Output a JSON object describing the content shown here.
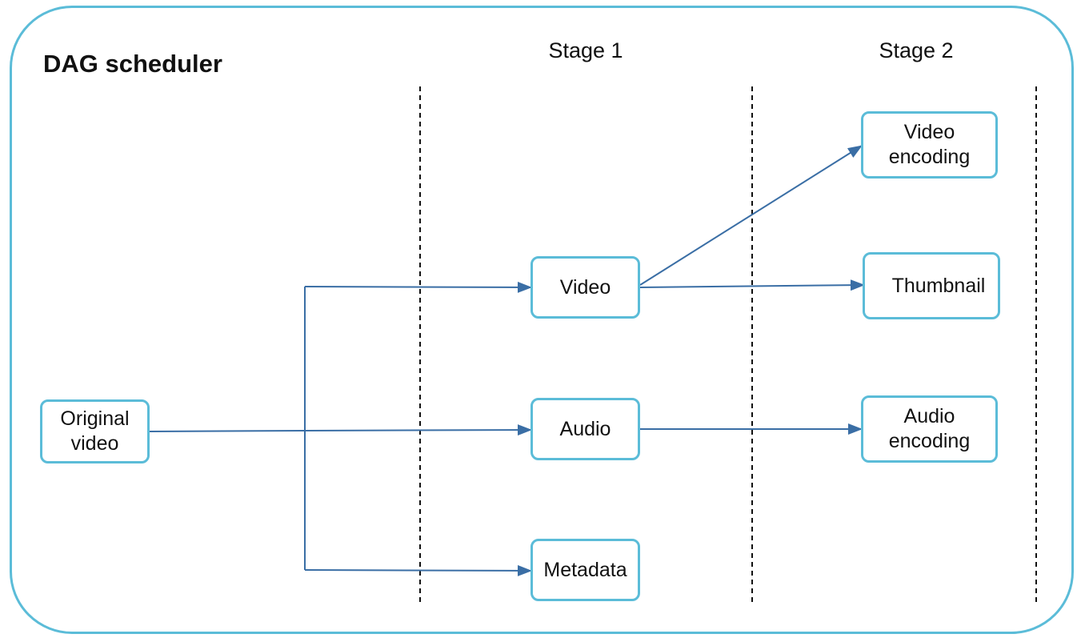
{
  "diagram": {
    "title": "DAG scheduler",
    "stages": [
      {
        "label": "Stage 1"
      },
      {
        "label": "Stage 2"
      }
    ],
    "nodes": {
      "original_video": "Original\nvideo",
      "video": "Video",
      "audio": "Audio",
      "metadata": "Metadata",
      "video_encoding": "Video\nencoding",
      "thumbnail": "Thumbnail",
      "audio_encoding": "Audio\nencoding"
    },
    "edges": [
      {
        "from": "original_video",
        "to": "video"
      },
      {
        "from": "original_video",
        "to": "audio"
      },
      {
        "from": "original_video",
        "to": "metadata"
      },
      {
        "from": "video",
        "to": "video_encoding"
      },
      {
        "from": "video",
        "to": "thumbnail"
      },
      {
        "from": "audio",
        "to": "audio_encoding"
      }
    ],
    "colors": {
      "border": "#5bbcd8",
      "arrow": "#3a6ea5",
      "divider": "#111111"
    }
  }
}
